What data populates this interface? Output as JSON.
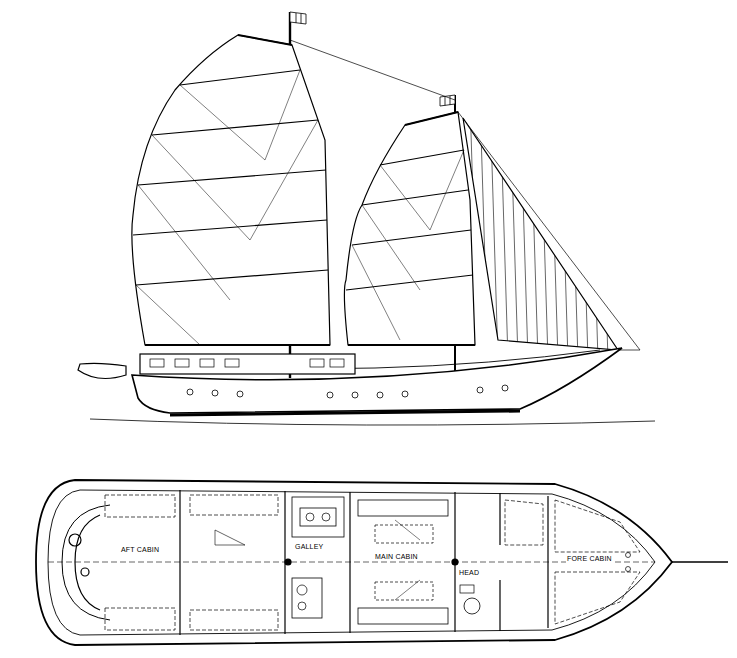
{
  "diagram": {
    "labels": [
      "AFT CABIN",
      "GALLEY",
      "MAIN CABIN",
      "HEAD",
      "FORE CABIN"
    ]
  }
}
